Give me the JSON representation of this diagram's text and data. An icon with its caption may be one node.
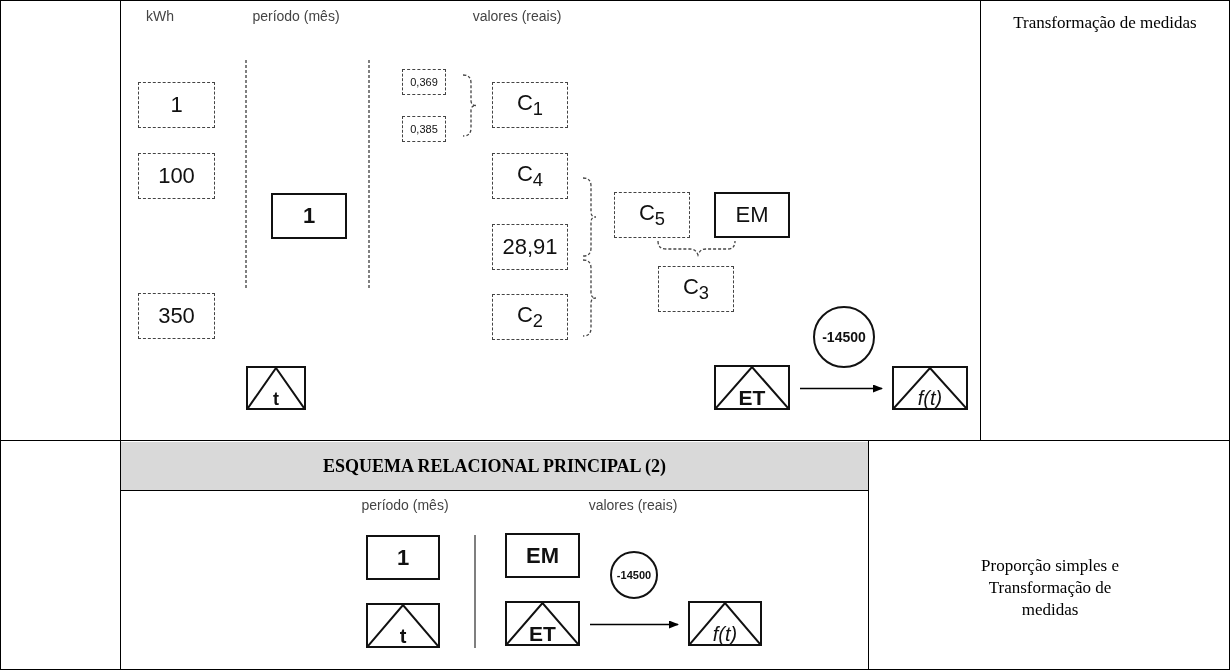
{
  "diagram": {
    "nodes": [
      {
        "text": [
          "1"
        ]
      },
      {
        "text": [
          "100"
        ]
      },
      {
        "text": [
          "1"
        ]
      },
      {
        "text": [
          "0,369"
        ]
      },
      {
        "text": [
          "C$_{1}$"
        ]
      },
      {
        "text": [
          "0,385"
        ]
      },
      {
        "text": [
          "C$_{4}$"
        ]
      },
      {
        "text": [
          "C$_{5}$"
        ]
      },
      {
        "text": [
          "EM"
        ]
      },
      {
        "text": [
          "28,91"
        ]
      },
      {
        "text": [
          "C$_{3}$"
        ]
      },
      {
        "text": [
          "350"
        ]
      },
      {
        "text": [
          "C$_{2}$"
        ]
      },
      {
        "text": [
          "-14500"
        ]
      },
      {
        "text": [
          "t"
        ]
      },
      {
        "text": [
          "ET"
        ]
      },
      {
        "text": [
          "f(t)"
        ]
      },
      {
        "text": [
          "1"
        ]
      },
      {
        "text": [
          "EM"
        ]
      },
      {
        "text": [
          "-14500"
        ]
      },
      {
        "text": [
          "t"
        ]
      },
      {
        "text": [
          "ET"
        ]
      },
      {
        "text": [
          "f(t)"
        ]
      }
    ],
    "edges": [
      {
        "from": 15,
        "to": 16,
        "arrow": "to"
      },
      {
        "from": 21,
        "to": 22,
        "arrow": "to"
      }
    ],
    "labels": [
      "kWh",
      "período (mês)",
      "valores (reais)",
      "Transformação de medidas",
      "ESQUEMA RELACIONAL PRINCIPAL (2)",
      "período (mês)",
      "valores (reais)",
      "Proporção simples e Transformação de medidas"
    ]
  }
}
